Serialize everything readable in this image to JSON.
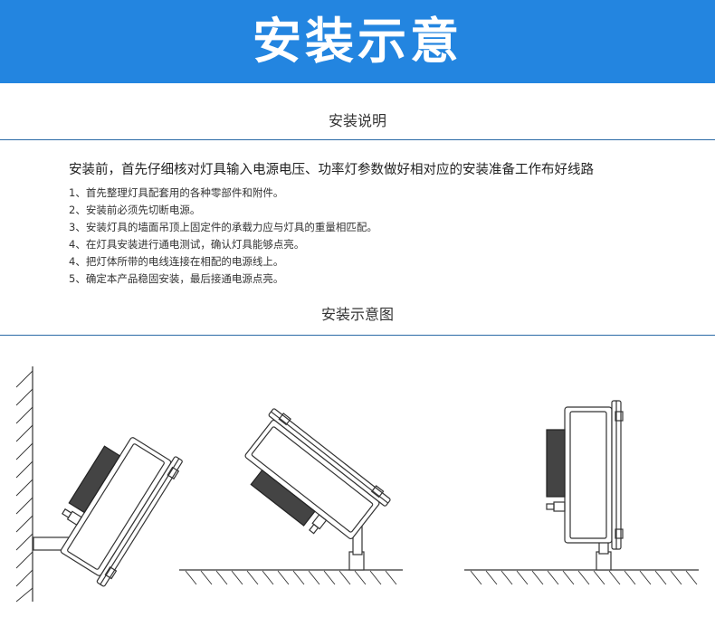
{
  "banner": {
    "title": "安装示意"
  },
  "instructions": {
    "title": "安装说明",
    "intro": "安装前，首先仔细核对灯具输入电源电压、功率灯参数做好相对应的安装准备工作布好线路",
    "steps": [
      "1、首先整理灯具配套用的各种零部件和附件。",
      "2、安装前必须先切断电源。",
      "3、安装灯具的墙面吊顶上固定件的承载力应与灯具的重量相匹配。",
      "4、在灯具安装进行通电测试，确认灯具能够点亮。",
      "4、把灯体所带的电线连接在相配的电源线上。",
      "5、确定本产品稳固安装，最后接通电源点亮。"
    ]
  },
  "diagram": {
    "title": "安装示意图",
    "line_color": "#333333"
  }
}
